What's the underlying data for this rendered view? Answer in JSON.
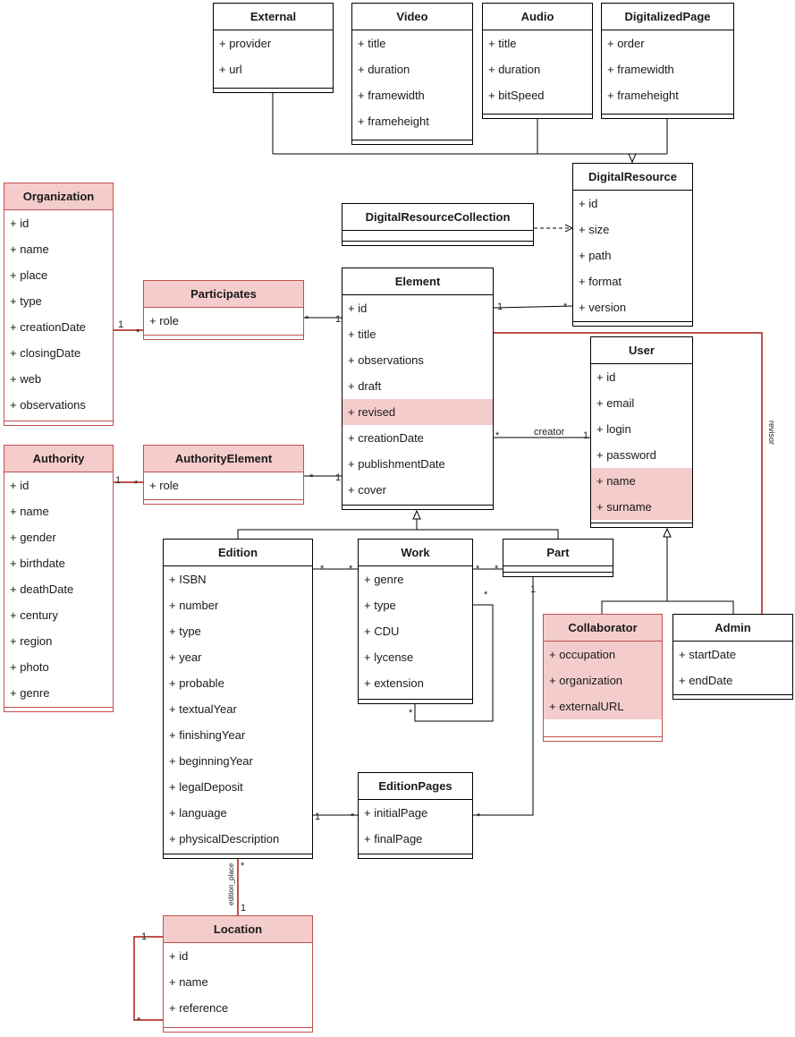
{
  "classes": {
    "external": {
      "name": "External",
      "attrs": [
        "+ provider",
        "+ url"
      ]
    },
    "video": {
      "name": "Video",
      "attrs": [
        "+ title",
        "+ duration",
        "+ framewidth",
        "+ frameheight"
      ]
    },
    "audio": {
      "name": "Audio",
      "attrs": [
        "+ title",
        "+ duration",
        "+ bitSpeed"
      ]
    },
    "digitalizedpage": {
      "name": "DigitalizedPage",
      "attrs": [
        "+ order",
        "+ framewidth",
        "+ frameheight"
      ]
    },
    "digitalresource": {
      "name": "DigitalResource",
      "attrs": [
        "+ id",
        "+ size",
        "+ path",
        "+ format",
        "+ version"
      ]
    },
    "digitalresourcecollection": {
      "name": "DigitalResourceCollection",
      "attrs": []
    },
    "organization": {
      "name": "Organization",
      "attrs": [
        "+ id",
        "+ name",
        "+ place",
        "+ type",
        "+ creationDate",
        "+ closingDate",
        "+ web",
        "+ observations"
      ]
    },
    "participates": {
      "name": "Participates",
      "attrs": [
        "+ role"
      ]
    },
    "element": {
      "name": "Element",
      "attrs": [
        "+ id",
        "+ title",
        "+ observations",
        "+ draft",
        "+ revised",
        "+ creationDate",
        "+ publishmentDate",
        "+ cover"
      ]
    },
    "user": {
      "name": "User",
      "attrs": [
        "+ id",
        "+ email",
        "+ login",
        "+ password",
        "+ name",
        "+ surname"
      ]
    },
    "authority": {
      "name": "Authority",
      "attrs": [
        "+ id",
        "+ name",
        "+ gender",
        "+ birthdate",
        "+ deathDate",
        "+ century",
        "+ region",
        "+ photo",
        "+ genre"
      ]
    },
    "authorityelement": {
      "name": "AuthorityElement",
      "attrs": [
        "+ role"
      ]
    },
    "edition": {
      "name": "Edition",
      "attrs": [
        "+ ISBN",
        "+ number",
        "+ type",
        "+ year",
        "+ probable",
        "+ textualYear",
        "+ finishingYear",
        "+ beginningYear",
        "+ legalDeposit",
        "+ language",
        "+ physicalDescription"
      ]
    },
    "work": {
      "name": "Work",
      "attrs": [
        "+ genre",
        "+ type",
        "+ CDU",
        "+ lycense",
        "+ extension"
      ]
    },
    "part": {
      "name": "Part",
      "attrs": []
    },
    "collaborator": {
      "name": "Collaborator",
      "attrs": [
        "+ occupation",
        "+ organization",
        "+ externalURL"
      ]
    },
    "admin": {
      "name": "Admin",
      "attrs": [
        "+ startDate",
        "+ endDate"
      ]
    },
    "editionpages": {
      "name": "EditionPages",
      "attrs": [
        "+ initialPage",
        "+ finalPage"
      ]
    },
    "location": {
      "name": "Location",
      "attrs": [
        "+ id",
        "+ name",
        "+ reference"
      ]
    }
  },
  "labels": {
    "org_mult_1": "1",
    "org_mult_star": "*",
    "part_el_star": "*",
    "part_el_1": "1",
    "auth_mult_1": "1",
    "auth_mult_star": "*",
    "ae_el_star": "*",
    "ae_el_1": "1",
    "el_dr_1": "1",
    "el_dr_star": "*",
    "creator_star": "*",
    "creator_role": "creator",
    "creator_1": "1",
    "revisor_role": "revisor",
    "ed_work_star1": "*",
    "ed_work_star2": "*",
    "work_part_star1": "*",
    "work_part_star2": "*",
    "part_ep_1": "1",
    "work_self_star_top": "*",
    "work_self_star_bottom": "*",
    "ed_ep_1": "1",
    "ed_ep_star": "*",
    "ep_part_star": "*",
    "edition_place_role": "edition_place",
    "ed_loc_star": "*",
    "ed_loc_1": "1",
    "loc_self_1": "1",
    "loc_self_star": "*"
  }
}
